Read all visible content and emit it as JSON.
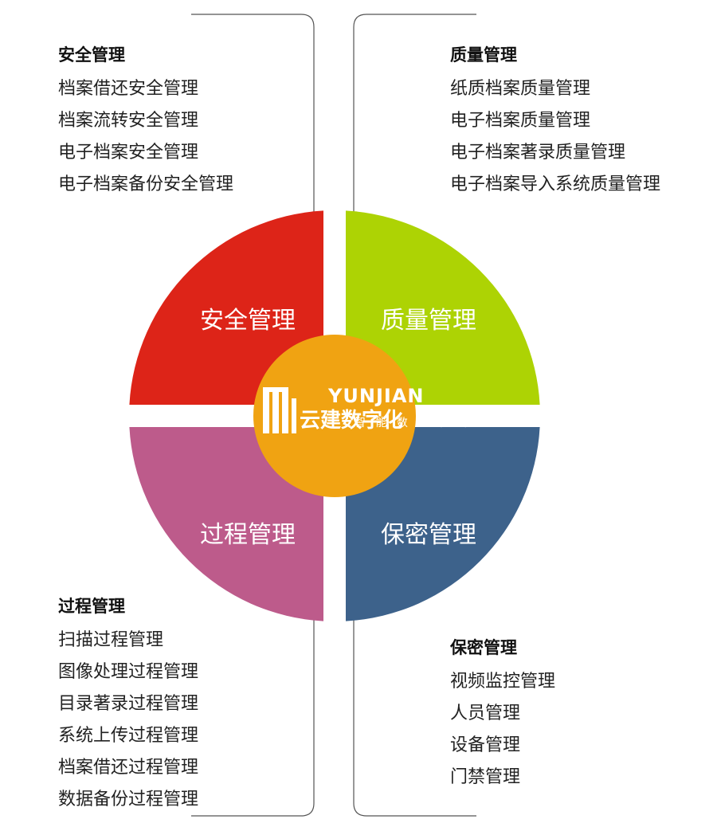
{
  "quadrants": {
    "top_left": {
      "label": "安全管理",
      "color": "#dd2418"
    },
    "top_right": {
      "label": "质量管理",
      "color": "#add304"
    },
    "bottom_left": {
      "label": "过程管理",
      "color": "#bd5b8b"
    },
    "bottom_right": {
      "label": "保密管理",
      "color": "#3d628b"
    }
  },
  "center": {
    "color": "#f0a312",
    "brand": "YUNJIAN",
    "brand_cn": "云建数字化",
    "tagline": "智 能 数 字 档 案"
  },
  "sections": {
    "top_left": {
      "title": "安全管理",
      "items": [
        "档案借还安全管理",
        "档案流转安全管理",
        "电子档案安全管理",
        "电子档案备份安全管理"
      ]
    },
    "top_right": {
      "title": "质量管理",
      "items": [
        "纸质档案质量管理",
        "电子档案质量管理",
        "电子档案著录质量管理",
        "电子档案导入系统质量管理"
      ]
    },
    "bottom_left": {
      "title": "过程管理",
      "items": [
        "扫描过程管理",
        "图像处理过程管理",
        "目录著录过程管理",
        "系统上传过程管理",
        "档案借还过程管理",
        "数据备份过程管理"
      ]
    },
    "bottom_right": {
      "title": "保密管理",
      "items": [
        "视频监控管理",
        "人员管理",
        "设备管理",
        "门禁管理"
      ]
    }
  }
}
